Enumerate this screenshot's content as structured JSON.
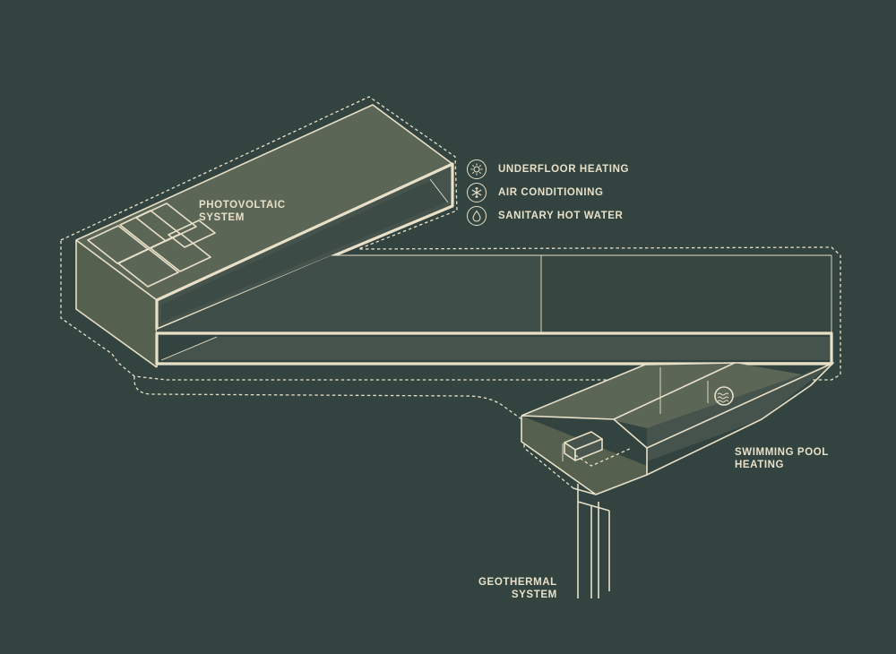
{
  "labels": {
    "photovoltaic": [
      "PHOTOVOLTAIC",
      "SYSTEM"
    ],
    "swimming_pool": [
      "SWIMMING POOL",
      "HEATING"
    ],
    "geothermal": [
      "GEOTHERMAL",
      "SYSTEM"
    ]
  },
  "legend": [
    {
      "icon": "sun-icon",
      "label": "UNDERFLOOR HEATING"
    },
    {
      "icon": "snowflake-icon",
      "label": "AIR CONDITIONING"
    },
    {
      "icon": "water-drop-icon",
      "label": "SANITARY HOT WATER"
    }
  ],
  "colors": {
    "background": "#334440",
    "line": "#e8e0c8",
    "face_light": "#5b6657",
    "face_mid": "#45534c",
    "face_dark": "#3c4b46"
  }
}
